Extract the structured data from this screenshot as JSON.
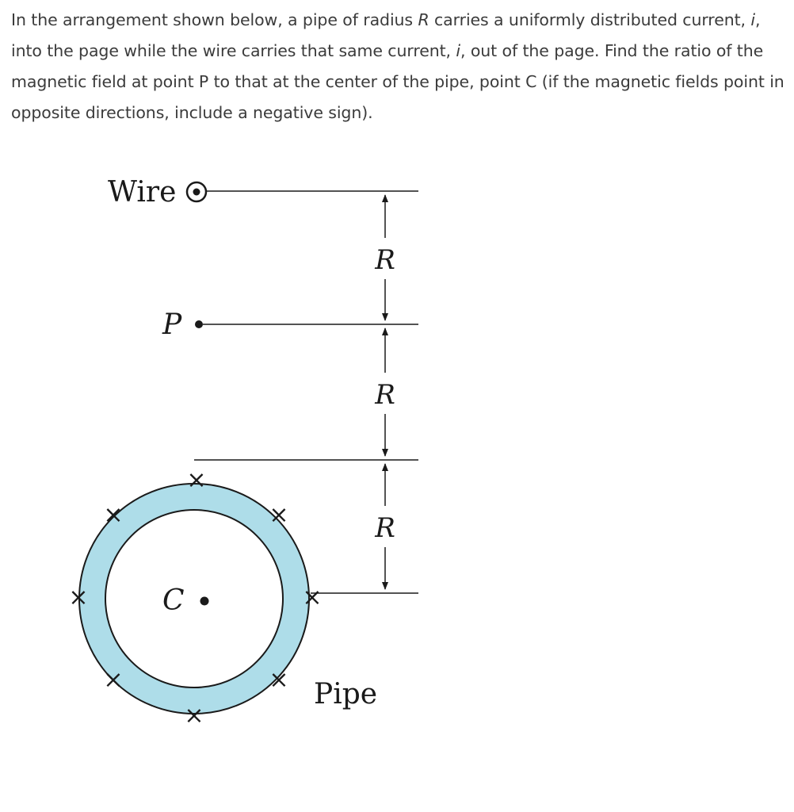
{
  "question": {
    "text_parts": [
      "In the arrangement shown below, a pipe of radius ",
      "R",
      " carries a uniformly distributed current, ",
      "i",
      ", into the page while the wire carries that same current, ",
      "i",
      ", out of the page. Find the ratio of the magnetic field at point P to that at the center of the pipe, point C (if the magnetic fields point in opposite directions, include a negative sign)."
    ]
  },
  "diagram": {
    "wire_label": "Wire",
    "point_p_label": "P",
    "point_c_label": "C",
    "pipe_label": "Pipe",
    "dimension_labels": [
      "R",
      "R",
      "R"
    ],
    "current_into_page_symbol": "×",
    "pipe_fill_color": "#aedde9",
    "ink_color": "#1a1a1a"
  }
}
